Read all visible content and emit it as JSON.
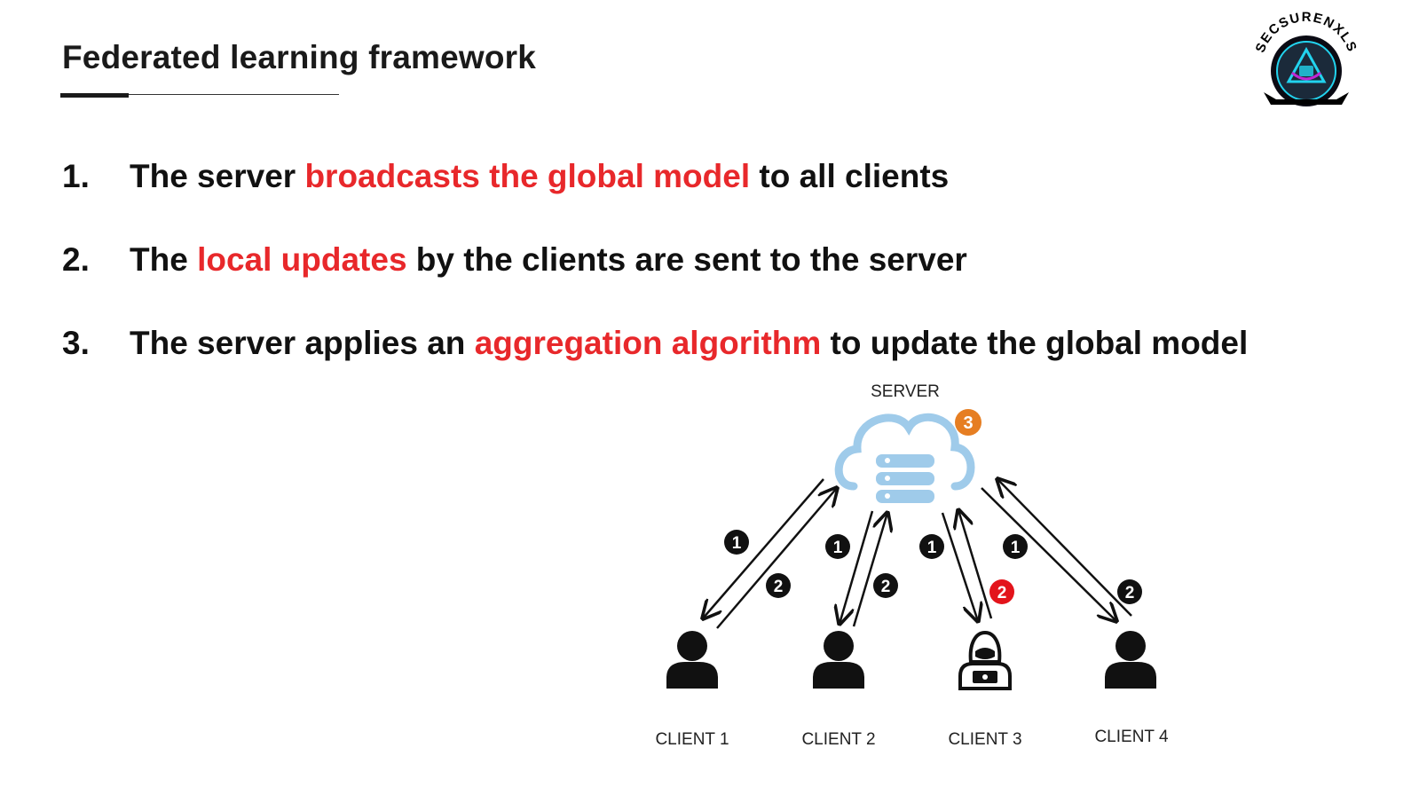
{
  "slide": {
    "title": "Federated learning framework"
  },
  "logo": {
    "text": "SECSURENXLS",
    "colors": {
      "ring": "#000000",
      "accent": "#22d3ee",
      "magenta": "#c026d3"
    }
  },
  "steps": [
    {
      "number": "1.",
      "before": "The server ",
      "highlight": "broadcasts the global model",
      "after": " to all clients"
    },
    {
      "number": "2.",
      "before": "The ",
      "highlight": "local updates",
      "after": " by the clients are sent to the server"
    },
    {
      "number": "3.",
      "before": "The server applies an ",
      "highlight": "aggregation algorithm",
      "after": " to update the global model"
    }
  ],
  "diagram": {
    "server_label": "SERVER",
    "server_icon": "cloud-server-icon",
    "aggregate_badge": "3",
    "clients": [
      {
        "label": "CLIENT 1",
        "icon": "user-icon",
        "broadcast_badge": "1",
        "update_badge": "2",
        "malicious": false
      },
      {
        "label": "CLIENT 2",
        "icon": "user-icon",
        "broadcast_badge": "1",
        "update_badge": "2",
        "malicious": false
      },
      {
        "label": "CLIENT 3",
        "icon": "hacker-icon",
        "broadcast_badge": "1",
        "update_badge": "2",
        "malicious": true
      },
      {
        "label": "CLIENT 4",
        "icon": "user-icon",
        "broadcast_badge": "1",
        "update_badge": "2",
        "malicious": false
      }
    ],
    "colors": {
      "highlight": "#e8282b",
      "cloud": "#9fcbea",
      "aggregate_badge": "#e67e22",
      "malicious_badge": "#e3141b",
      "badge": "#111111"
    }
  }
}
